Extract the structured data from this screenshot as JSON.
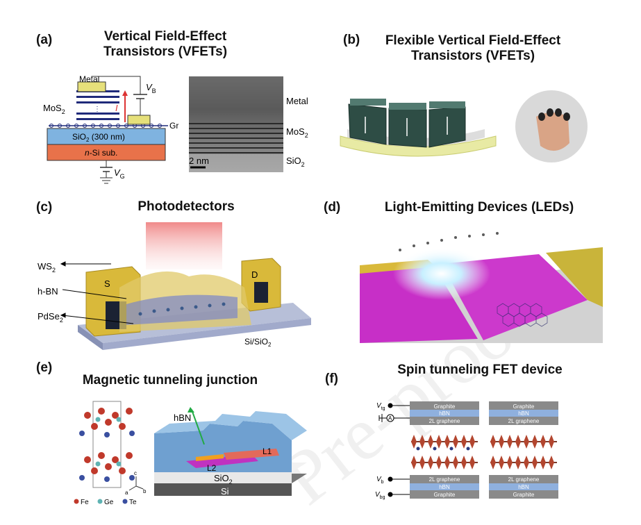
{
  "panels": {
    "a": {
      "label": "(a)",
      "title": "Vertical Field-Effect Transistors (VFETs)",
      "schematic": {
        "metal": "Metal",
        "mos2": "MoS",
        "mos2_sub": "2",
        "vb": "V",
        "vb_sub": "B",
        "current": "I",
        "gr": "Gr",
        "sio2": "SiO",
        "sio2_sub": "2",
        "sio2_rest": " (300 nm)",
        "nsi_italic": "n",
        "nsi_rest": "-Si sub.",
        "vg": "V",
        "vg_sub": "G"
      },
      "tem": {
        "metal": "Metal",
        "mos2": "MoS",
        "mos2_sub": "2",
        "sio2": "SiO",
        "sio2_sub": "2",
        "scale": "2 nm"
      }
    },
    "b": {
      "label": "(b)",
      "title": "Flexible Vertical Field-Effect Transistors (VFETs)"
    },
    "c": {
      "label": "(c)",
      "title": "Photodetectors",
      "ws2": "WS",
      "ws2_sub": "2",
      "hbn": "h-BN",
      "pdse2": "PdSe",
      "pdse2_sub": "2",
      "source": "S",
      "drain": "D",
      "substrate": "Si/SiO",
      "substrate_sub": "2"
    },
    "d": {
      "label": "(d)",
      "title": "Light-Emitting Devices (LEDs)"
    },
    "e": {
      "label": "(e)",
      "title": "Magnetic tunneling junction",
      "legend": [
        {
          "symbol": "Fe",
          "color": "#c0392b"
        },
        {
          "symbol": "Ge",
          "color": "#5fb3b3"
        },
        {
          "symbol": "Te",
          "color": "#3a4fa0"
        }
      ],
      "axes": {
        "c": "c",
        "a": "a",
        "b": "b"
      },
      "hbn": "hBN",
      "l1": "L1",
      "l2": "L2",
      "sio2": "SiO",
      "sio2_sub": "2",
      "si": "Si"
    },
    "f": {
      "label": "(f)",
      "title": "Spin tunneling FET device",
      "v_tg": "V",
      "v_tg_sub": "tg",
      "v_b": "V",
      "v_b_sub": "b",
      "v_bg": "V",
      "v_bg_sub": "bg",
      "ammeter": "A",
      "top_stack": [
        "Graphite",
        "hBN",
        "2L graphene"
      ],
      "bottom_stack": [
        "2L graphene",
        "hBN",
        "Graphite"
      ]
    }
  },
  "watermark": "Pre-proo",
  "colors": {
    "sio2": "#7fb3e0",
    "nsi": "#e8724a",
    "metal": "#e6e07a",
    "gold": "#d9b93a",
    "magenta": "#c832c8",
    "hbn_blue": "#8fb0de",
    "graphite_gray": "#8a8a8a"
  }
}
